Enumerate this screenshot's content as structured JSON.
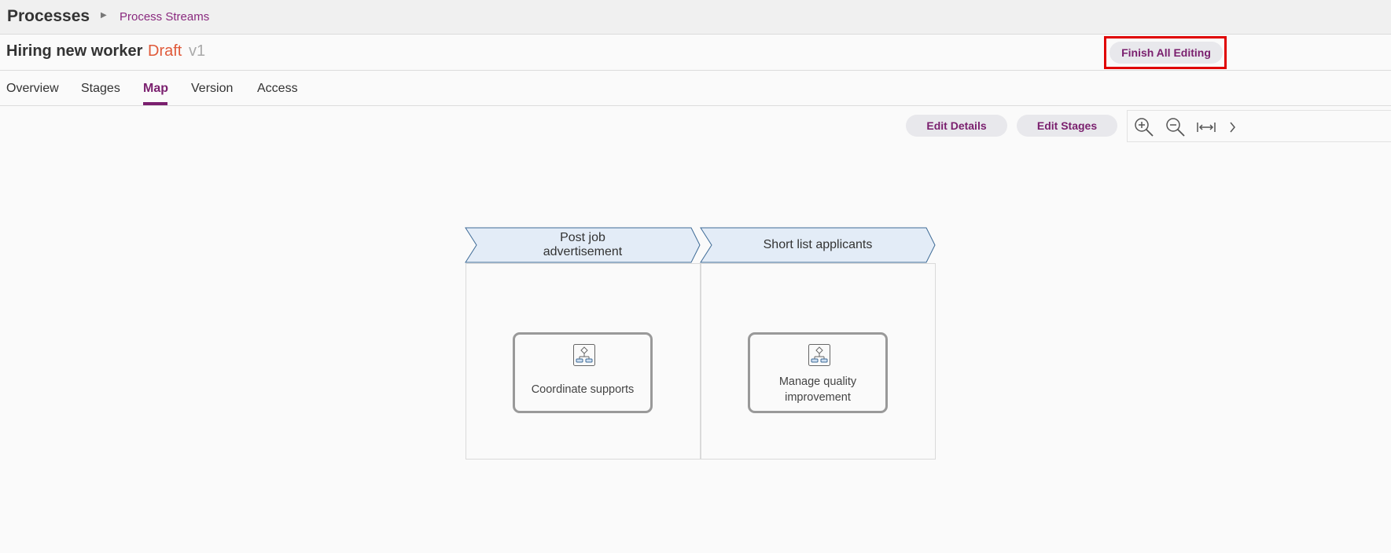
{
  "breadcrumb": {
    "title": "Processes",
    "link": "Process Streams"
  },
  "process": {
    "name": "Hiring new worker",
    "status": "Draft",
    "version": "v1"
  },
  "actions": {
    "finish_all_editing": "Finish All Editing",
    "edit_details": "Edit Details",
    "edit_stages": "Edit Stages"
  },
  "tabs": [
    {
      "label": "Overview"
    },
    {
      "label": "Stages"
    },
    {
      "label": "Map",
      "active": true
    },
    {
      "label": "Version"
    },
    {
      "label": "Access"
    }
  ],
  "zoom_controls": {
    "zoom_in": "zoom-in-icon",
    "zoom_out": "zoom-out-icon",
    "fit_width": "fit-width-icon"
  },
  "map": {
    "stages": [
      {
        "label_line1": "Post job",
        "label_line2": "advertisement",
        "activities": [
          {
            "line1": "Coordinate supports",
            "line2": ""
          }
        ]
      },
      {
        "label_line1": "Short list applicants",
        "label_line2": "",
        "activities": [
          {
            "line1": "Manage quality",
            "line2": "improvement"
          }
        ]
      }
    ]
  },
  "colors": {
    "accent": "#7a1f6e",
    "draft": "#e05a3a",
    "highlight": "#e00000",
    "stage_fill": "#e3ecf7",
    "stage_stroke": "#3d6a96"
  }
}
